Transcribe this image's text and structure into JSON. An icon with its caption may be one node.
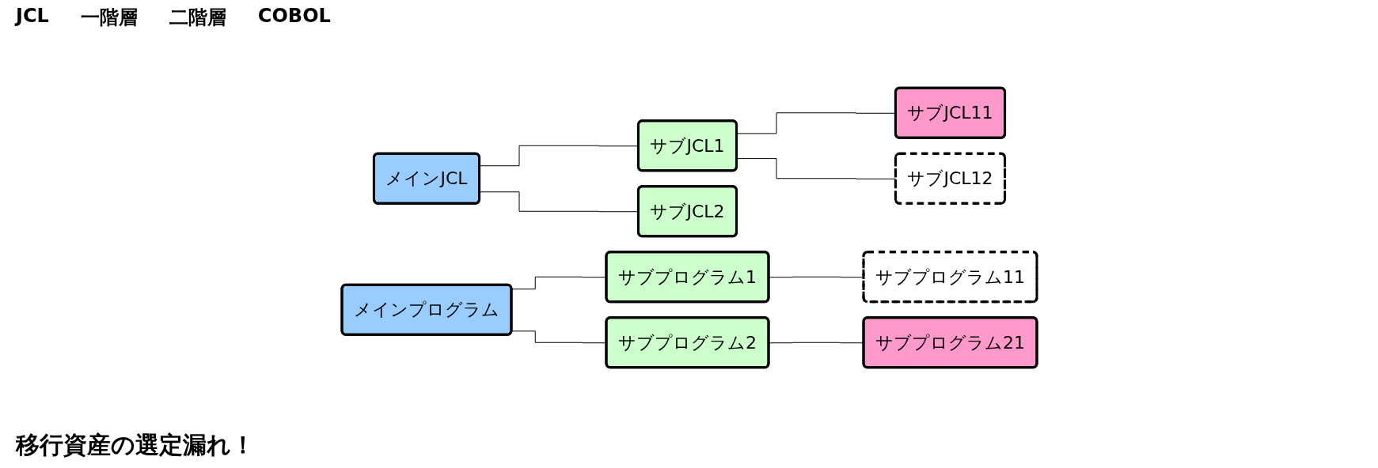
{
  "diagram": {
    "nodes": [
      {
        "text": [
          "メインJCL"
        ]
      },
      {
        "text": [
          "サブJCL1"
        ]
      },
      {
        "text": [
          "サブJCL11"
        ]
      },
      {
        "text": [
          "サブJCL2"
        ]
      },
      {
        "text": [
          "サブJCL12"
        ]
      },
      {
        "text": [
          "メインプログラム"
        ]
      },
      {
        "text": [
          "サブプログラム1"
        ]
      },
      {
        "text": [
          "サブプログラム11"
        ]
      },
      {
        "text": [
          "サブプログラム2"
        ]
      },
      {
        "text": [
          "サブプログラム21"
        ]
      }
    ],
    "edges": [
      {
        "from": 0,
        "to": 1,
        "arrow": "none"
      },
      {
        "from": 0,
        "to": 3,
        "arrow": "none"
      },
      {
        "from": 1,
        "to": 2,
        "arrow": "none"
      },
      {
        "from": 1,
        "to": 4,
        "arrow": "none"
      },
      {
        "from": 5,
        "to": 6,
        "arrow": "none"
      },
      {
        "from": 5,
        "to": 8,
        "arrow": "none"
      },
      {
        "from": 6,
        "to": 7,
        "arrow": "none"
      },
      {
        "from": 8,
        "to": 9,
        "arrow": "none"
      }
    ],
    "labels": [
      "JCL",
      "一階層",
      "二階層",
      "COBOL",
      "移行資産の選定漏れ！"
    ]
  }
}
